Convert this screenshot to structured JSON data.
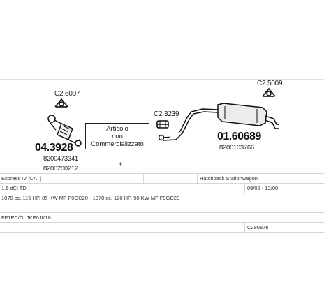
{
  "diagram": {
    "refs": {
      "clamp_left": "C2.6007",
      "clamp_mid": "C2.3239",
      "clamp_right": "C2.5009"
    },
    "parts": {
      "catalyst_number": "04.3928",
      "catalyst_oem_1": "8200473341",
      "catalyst_oem_2": "8200200212",
      "rear_number": "01.60689",
      "rear_oem": "8200103766"
    },
    "not_available_box": {
      "line1": "Articolo",
      "line2": "non",
      "line3": "Commercializzato"
    },
    "marker": "+"
  },
  "table": {
    "model": "Express IV [CAT]",
    "body_type": "Hatchback Stationwagon",
    "engine": "1.5 dCi TD",
    "years": "09/02 - 12/00",
    "specs": "1070 cc, 115 HP, 85 KW MF F9GC20 - 1070 cc, 120 HP, 90 KW MF F9GC20 -",
    "codes": "FF1EC/G, JKE0JK18",
    "catalog_code": "C280878"
  },
  "colors": {
    "ink": "#1a1a1a",
    "grid": "#d6d6d6"
  }
}
